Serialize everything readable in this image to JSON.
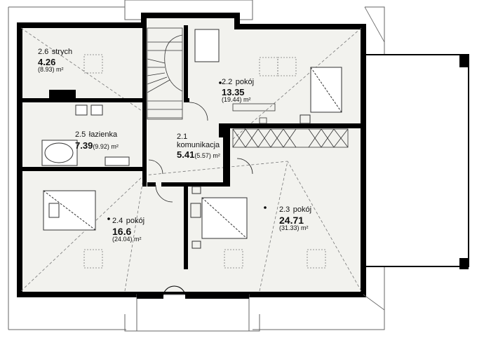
{
  "rooms": [
    {
      "key": "strych",
      "number": "2.6",
      "name": "strych",
      "area": "4.26",
      "area_gross": "(8.93) m²"
    },
    {
      "key": "lazienka",
      "number": "2.5",
      "name": "łazienka",
      "area": "7.39",
      "area_gross": "(9.92) m²"
    },
    {
      "key": "komunikacja",
      "number": "2.1",
      "name": "komunikacja",
      "area": "5.41",
      "area_gross": "(5.57) m²"
    },
    {
      "key": "pokoj22",
      "number": "2.2",
      "name": "pokój",
      "area": "13.35",
      "area_gross": "(19.44) m²"
    },
    {
      "key": "pokoj23",
      "number": "2.3",
      "name": "pokój",
      "area": "24.71",
      "area_gross": "(31.33) m²"
    },
    {
      "key": "pokoj24",
      "number": "2.4",
      "name": "pokój",
      "area": "16.6",
      "area_gross": "(24.04) m²"
    }
  ],
  "colors": {
    "wall": "#000000",
    "floor": "#f2f2ee",
    "line": "#444444",
    "paper": "#ffffff"
  }
}
